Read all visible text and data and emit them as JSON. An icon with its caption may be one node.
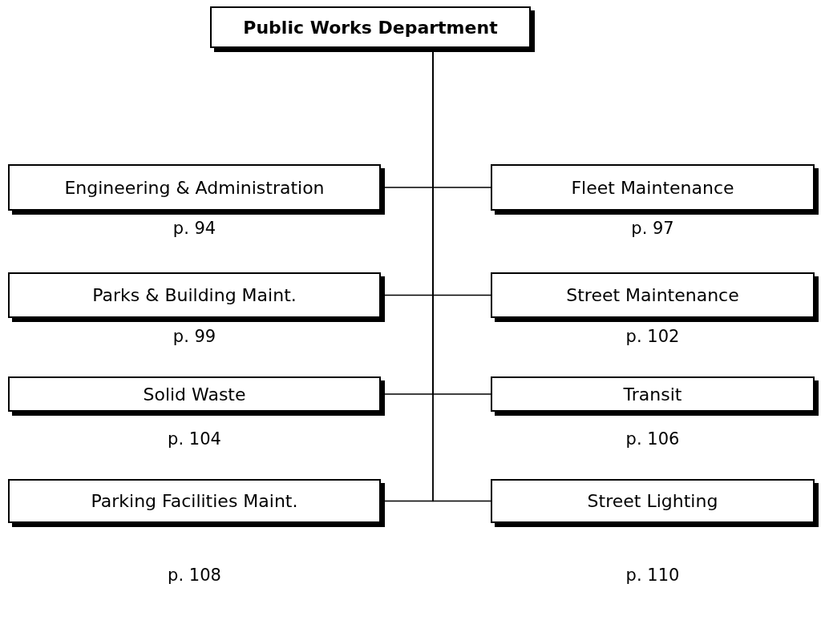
{
  "diagram": {
    "nodes": [
      {
        "text": [
          "Public Works Department"
        ]
      },
      {
        "text": [
          "Engineering & Administration"
        ],
        "beside": [
          "p. 94"
        ]
      },
      {
        "text": [
          "Fleet Maintenance"
        ],
        "beside": [
          "p. 97"
        ]
      },
      {
        "text": [
          "Parks & Building Maint."
        ],
        "beside": [
          "p. 99"
        ]
      },
      {
        "text": [
          "Street Maintenance"
        ],
        "beside": [
          "p. 102"
        ]
      },
      {
        "text": [
          "Solid Waste"
        ],
        "beside": [
          "p. 104"
        ]
      },
      {
        "text": [
          "Transit"
        ],
        "beside": [
          "p. 106"
        ]
      },
      {
        "text": [
          "Parking Facilities Maint."
        ],
        "beside": [
          "p. 108"
        ]
      },
      {
        "text": [
          "Street Lighting"
        ],
        "beside": [
          "p. 110"
        ]
      }
    ],
    "edges": [
      {
        "from": 0,
        "to": 1,
        "arrow": "none"
      },
      {
        "from": 0,
        "to": 2,
        "arrow": "none"
      },
      {
        "from": 0,
        "to": 3,
        "arrow": "none"
      },
      {
        "from": 0,
        "to": 4,
        "arrow": "none"
      },
      {
        "from": 0,
        "to": 5,
        "arrow": "none"
      },
      {
        "from": 0,
        "to": 6,
        "arrow": "none"
      },
      {
        "from": 0,
        "to": 7,
        "arrow": "none"
      },
      {
        "from": 0,
        "to": 8,
        "arrow": "none"
      }
    ]
  }
}
